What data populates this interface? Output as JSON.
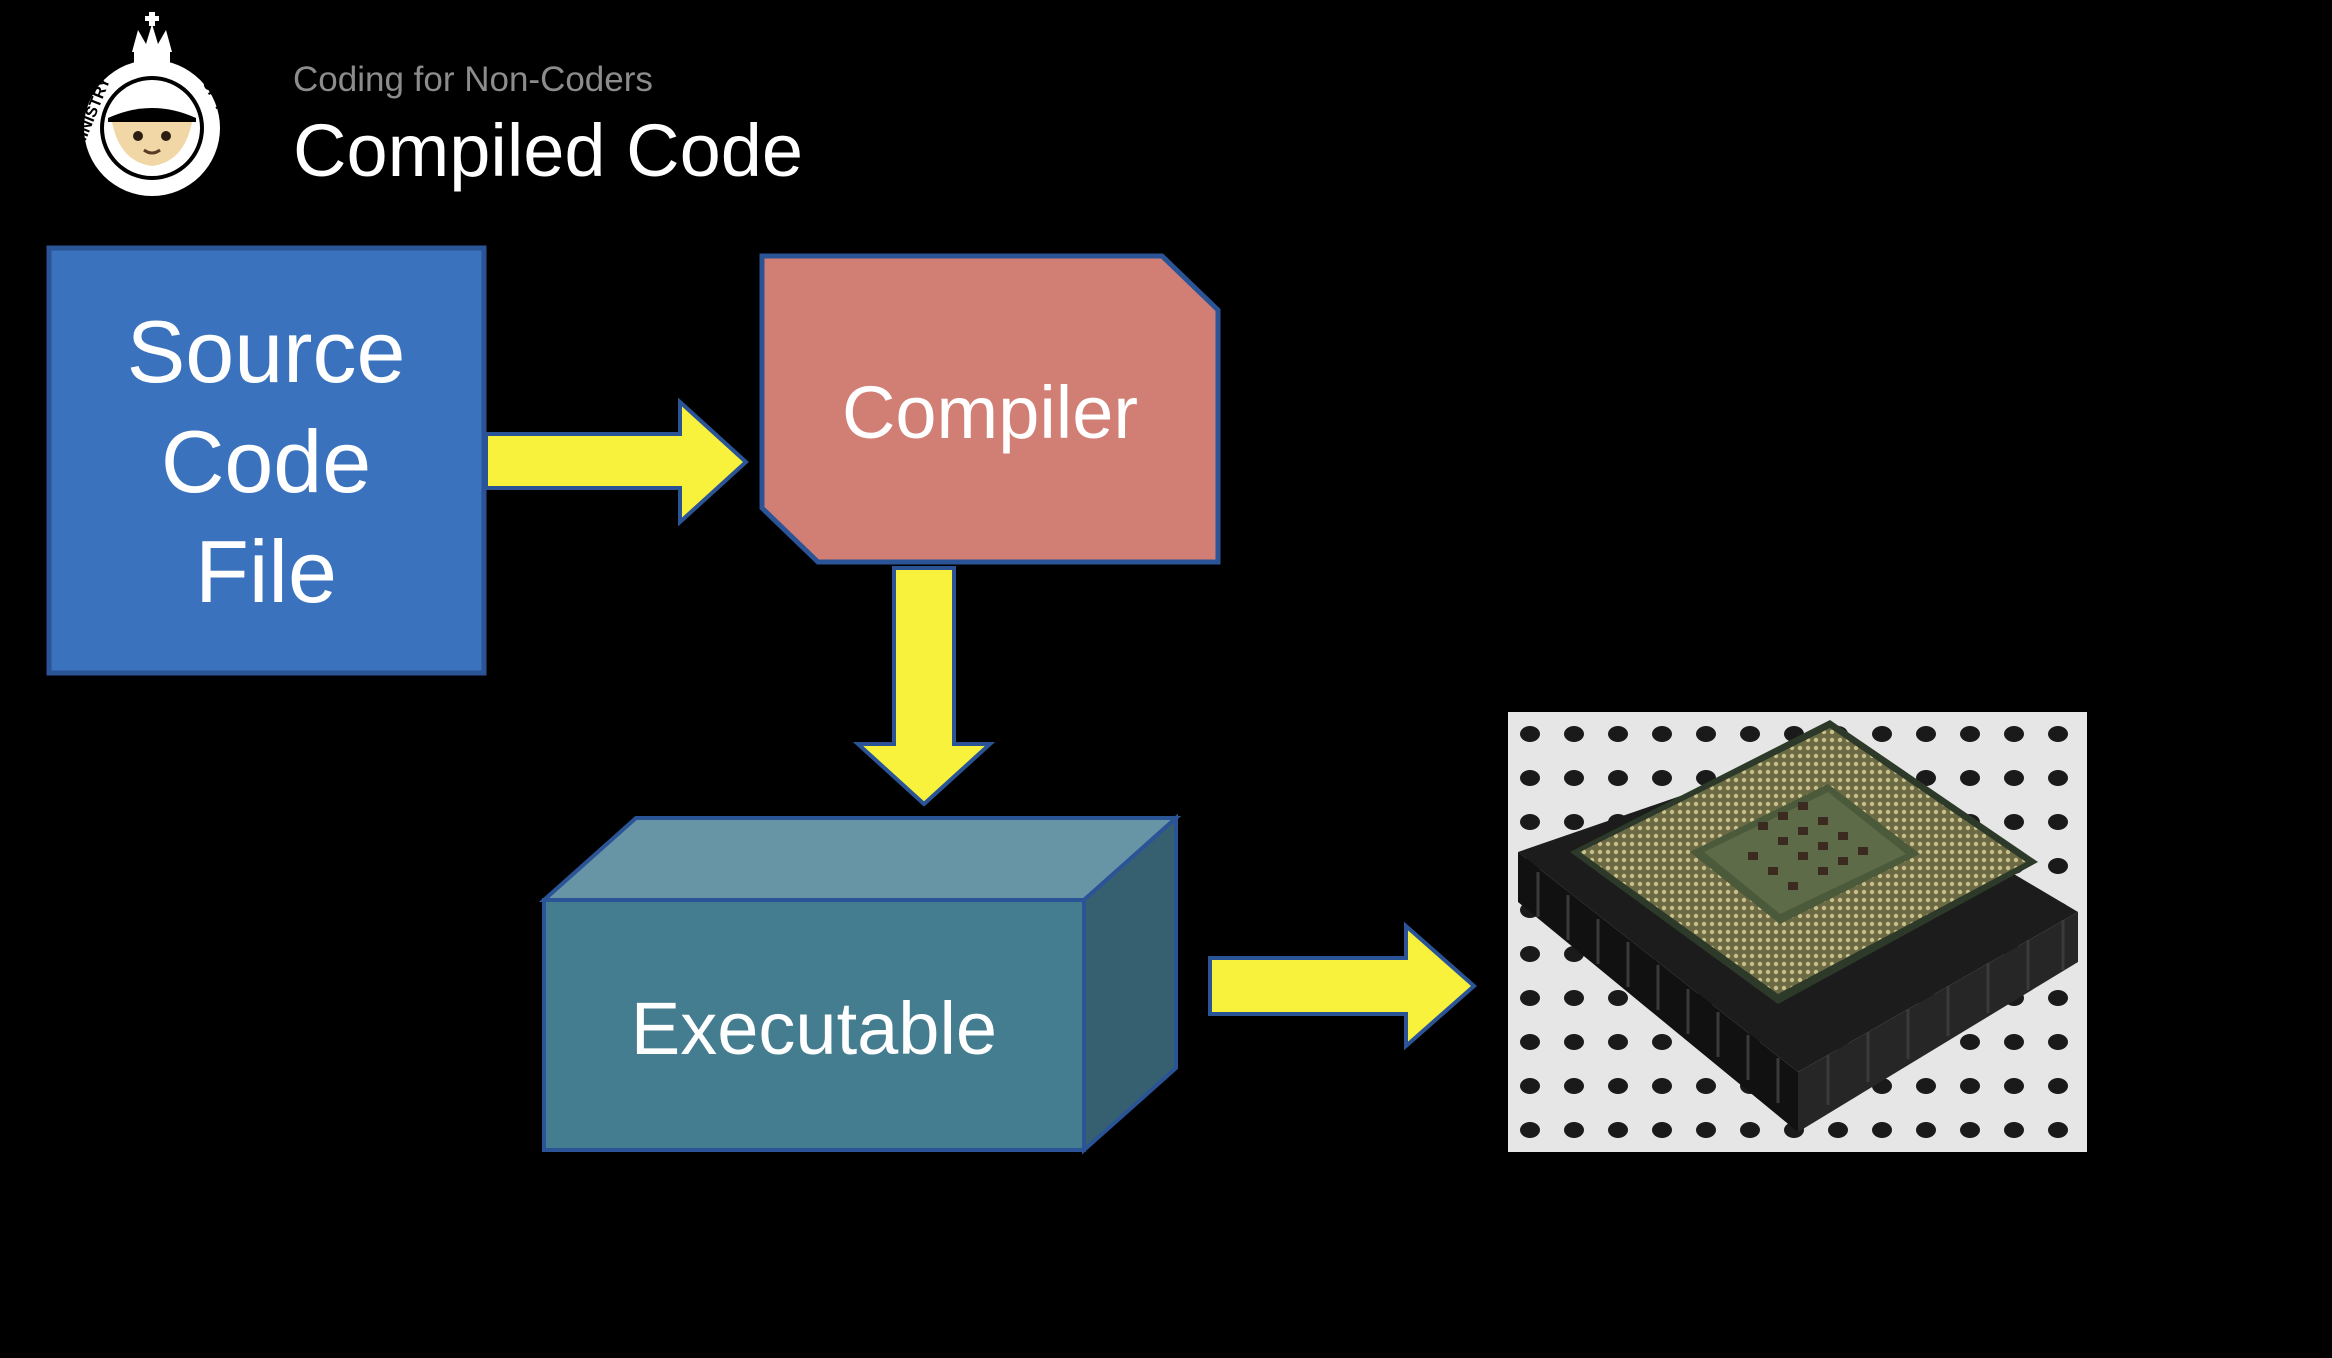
{
  "header": {
    "subtitle": "Coding for Non-Coders",
    "title": "Compiled Code"
  },
  "logo": {
    "text_left": "MINISTRY",
    "text_right": "OF TESTING"
  },
  "nodes": {
    "source": {
      "line1": "Source",
      "line2": "Code",
      "line3": "File"
    },
    "compiler": {
      "label": "Compiler"
    },
    "executable": {
      "label": "Executable"
    }
  },
  "photo": {
    "icon": "cpu-chip-photo"
  },
  "colors": {
    "background": "#000000",
    "source_fill": "#3a72bd",
    "compiler_fill": "#d17f75",
    "executable_front": "#437d8f",
    "executable_top": "#6895a5",
    "executable_side": "#36606f",
    "arrow": "#f8f23c",
    "border": "#2b5497"
  }
}
